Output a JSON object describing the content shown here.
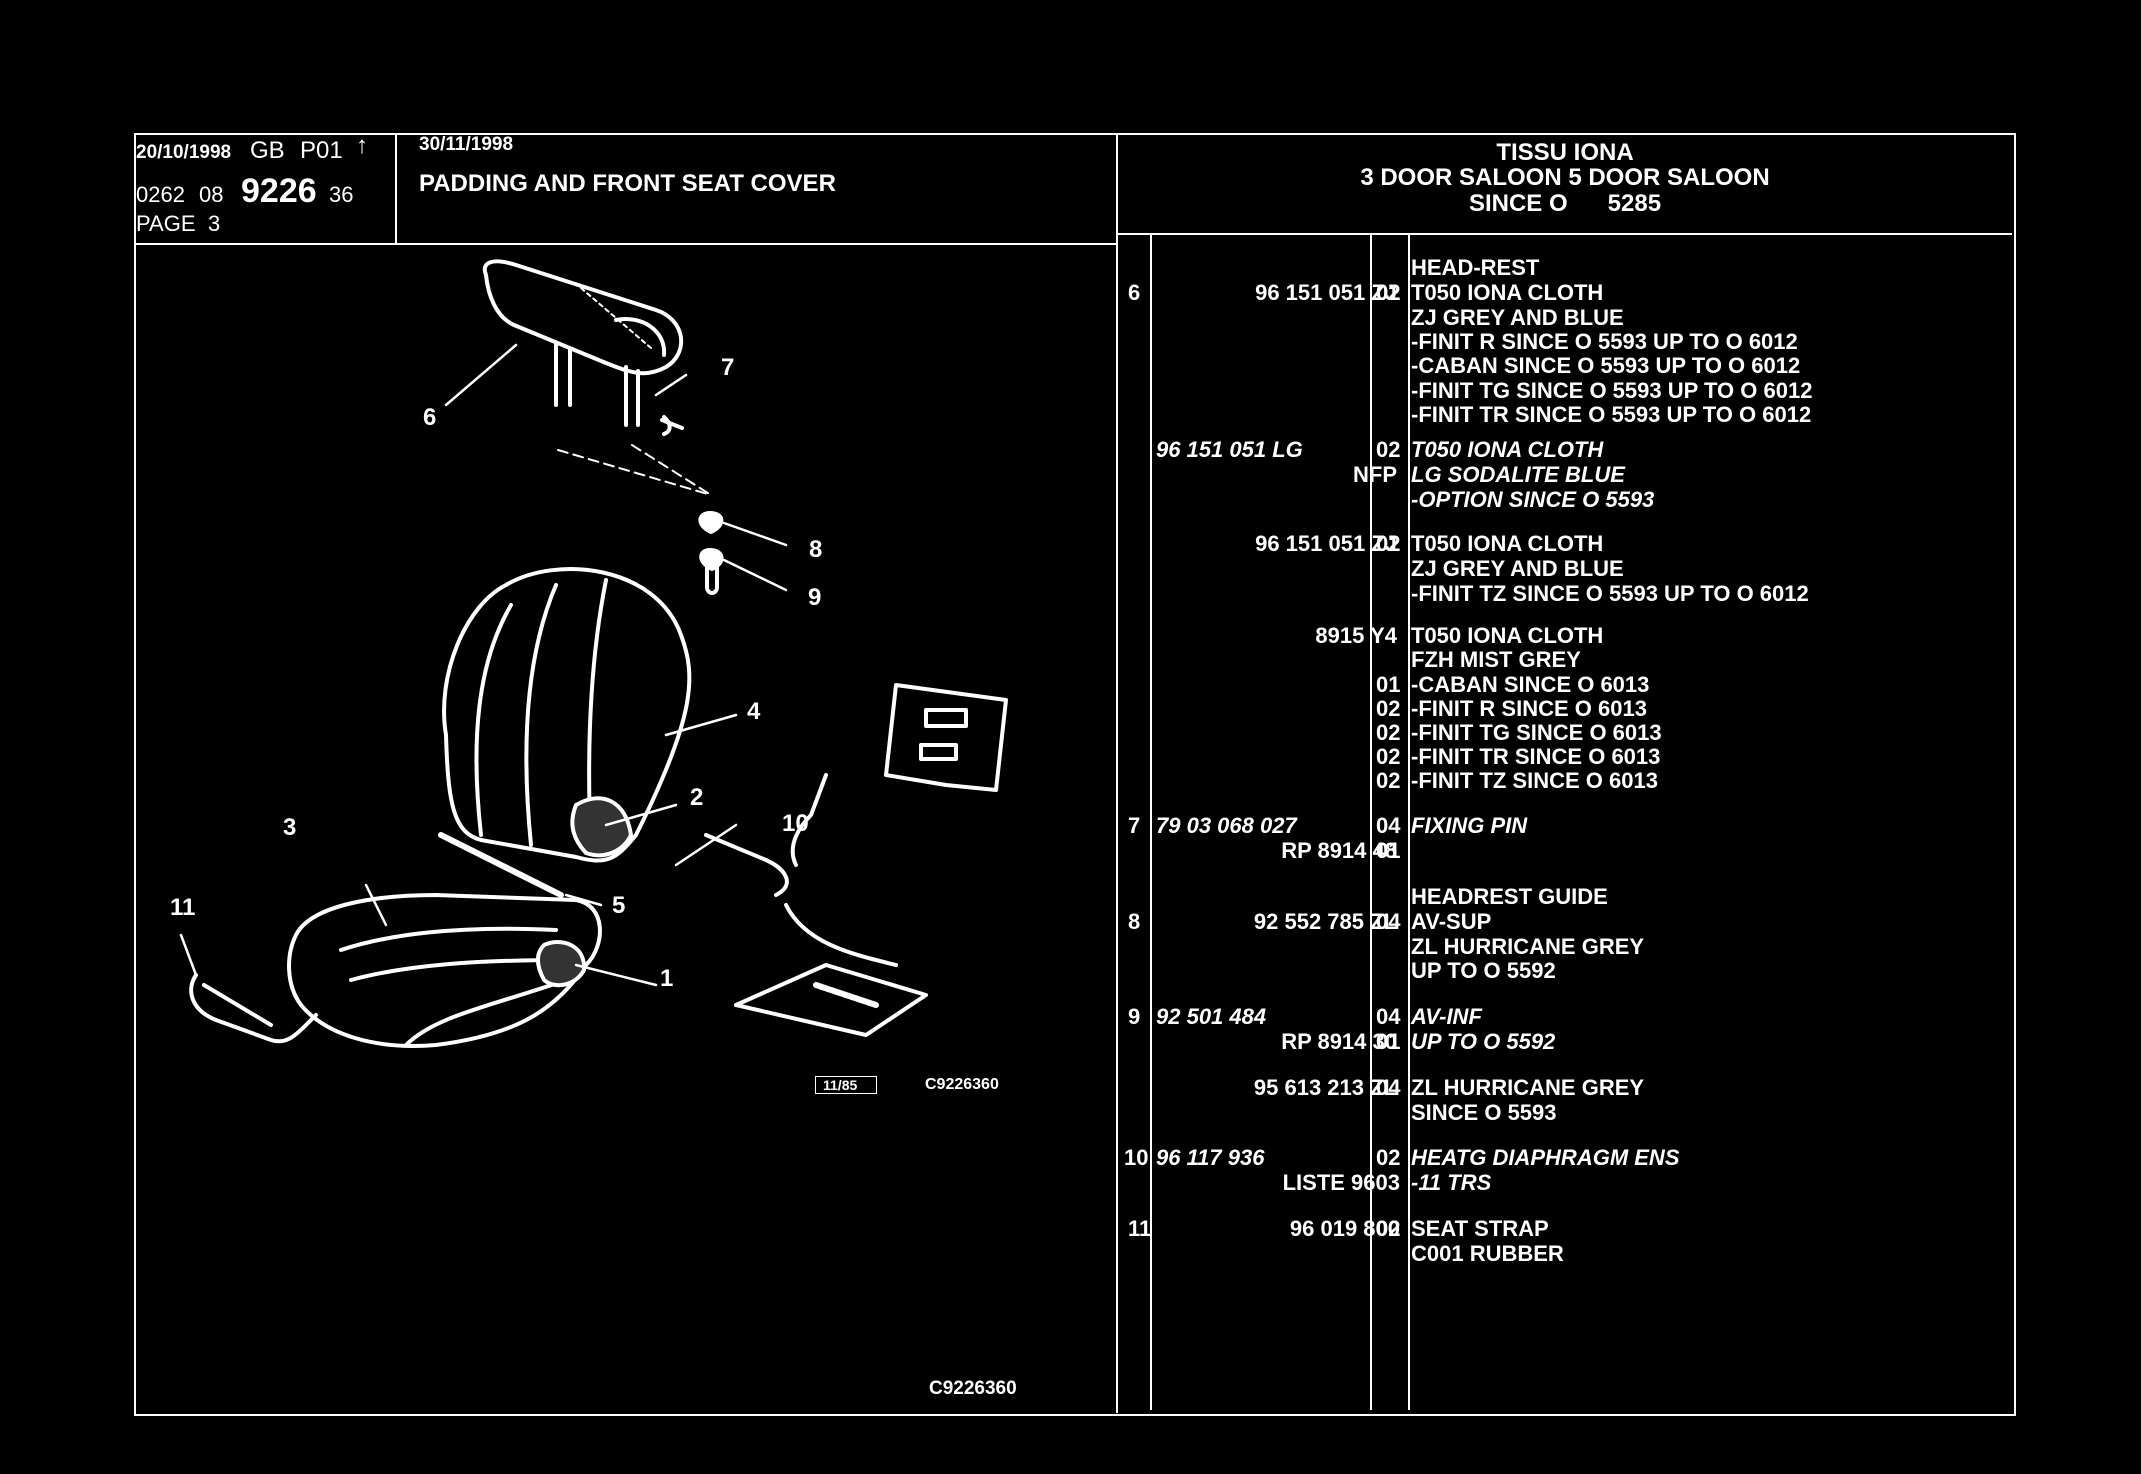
{
  "header": {
    "date": "20/10/1998",
    "market": "GB",
    "edition": "P01",
    "ref_prefix": "0262",
    "ref_group": "08",
    "ref_number": "9226",
    "ref_suffix": "36",
    "page_label": "PAGE",
    "page_number": "3",
    "update_date": "30/11/1998",
    "title": "PADDING AND FRONT SEAT COVER"
  },
  "trim": {
    "name": "TISSU IONA",
    "body": "3 DOOR SALOON 5 DOOR SALOON",
    "since": "SINCE O      5285"
  },
  "diagram": {
    "callouts": [
      "1",
      "2",
      "3",
      "4",
      "5",
      "6",
      "7",
      "8",
      "9",
      "10",
      "11"
    ],
    "stamp_date": "11/85",
    "stamp_ref": "C9226360",
    "footer_ref": "C9226360"
  },
  "parts": [
    {
      "ref": "6",
      "part_no": "96 151 051 ZJ",
      "part_no2": "",
      "italic": false,
      "qty": [
        "02"
      ],
      "desc": [
        "HEAD-REST",
        "T050 IONA CLOTH",
        "ZJ GREY AND BLUE",
        "-FINIT R SINCE O 5593 UP TO O 6012",
        "-CABAN SINCE O 5593 UP TO O 6012",
        "-FINIT TG SINCE O 5593 UP TO O 6012",
        "-FINIT TR SINCE O 5593 UP TO O 6012"
      ]
    },
    {
      "ref": "",
      "part_no": "96 151 051 LG",
      "part_no2": "NFP",
      "italic": true,
      "qty": [
        "02"
      ],
      "desc": [
        "T050 IONA CLOTH",
        "LG SODALITE BLUE",
        "-OPTION SINCE O 5593"
      ]
    },
    {
      "ref": "",
      "part_no": "96 151 051 ZJ",
      "part_no2": "",
      "italic": false,
      "qty": [
        "02"
      ],
      "desc": [
        "T050 IONA CLOTH",
        "ZJ GREY AND BLUE",
        "-FINIT TZ SINCE O 5593 UP TO O 6012"
      ]
    },
    {
      "ref": "",
      "part_no": "8915 Y4",
      "part_no2": "",
      "italic": false,
      "qty": [
        "",
        "",
        "01",
        "02",
        "02",
        "02",
        "02"
      ],
      "desc": [
        "T050 IONA CLOTH",
        "FZH MIST GREY",
        "-CABAN SINCE O 6013",
        "-FINIT R SINCE O 6013",
        "-FINIT TG SINCE O 6013",
        "-FINIT TR SINCE O 6013",
        "-FINIT TZ SINCE O 6013"
      ]
    },
    {
      "ref": "7",
      "part_no": "79 03 068 027",
      "part_no2": "RP 8914 48",
      "italic": true,
      "qty": [
        "04",
        "01"
      ],
      "desc": [
        "FIXING PIN"
      ]
    },
    {
      "ref": "8",
      "part_no": "92 552 785 ZL",
      "part_no2": "",
      "italic": false,
      "qty": [
        "",
        "04"
      ],
      "desc": [
        "HEADREST GUIDE",
        "AV-SUP",
        "ZL HURRICANE GREY",
        "UP TO O 5592"
      ]
    },
    {
      "ref": "9",
      "part_no": "92 501 484",
      "part_no2": "RP 8914 30",
      "italic": true,
      "qty": [
        "04",
        "01"
      ],
      "desc": [
        "AV-INF",
        "UP TO O 5592"
      ]
    },
    {
      "ref": "",
      "part_no": "95 613 213 ZL",
      "part_no2": "",
      "italic": false,
      "qty": [
        "04"
      ],
      "desc": [
        "ZL HURRICANE GREY",
        "SINCE O 5593"
      ]
    },
    {
      "ref": "10",
      "part_no": "96 117 936",
      "part_no2": "LISTE 9603",
      "italic": true,
      "qty": [
        "02"
      ],
      "desc": [
        "HEATG DIAPHRAGM ENS",
        "-11 TRS"
      ]
    },
    {
      "ref": "11",
      "part_no": "96 019 800",
      "part_no2": "",
      "italic": false,
      "qty": [
        "02"
      ],
      "desc": [
        "SEAT STRAP",
        "C001 RUBBER"
      ]
    }
  ]
}
